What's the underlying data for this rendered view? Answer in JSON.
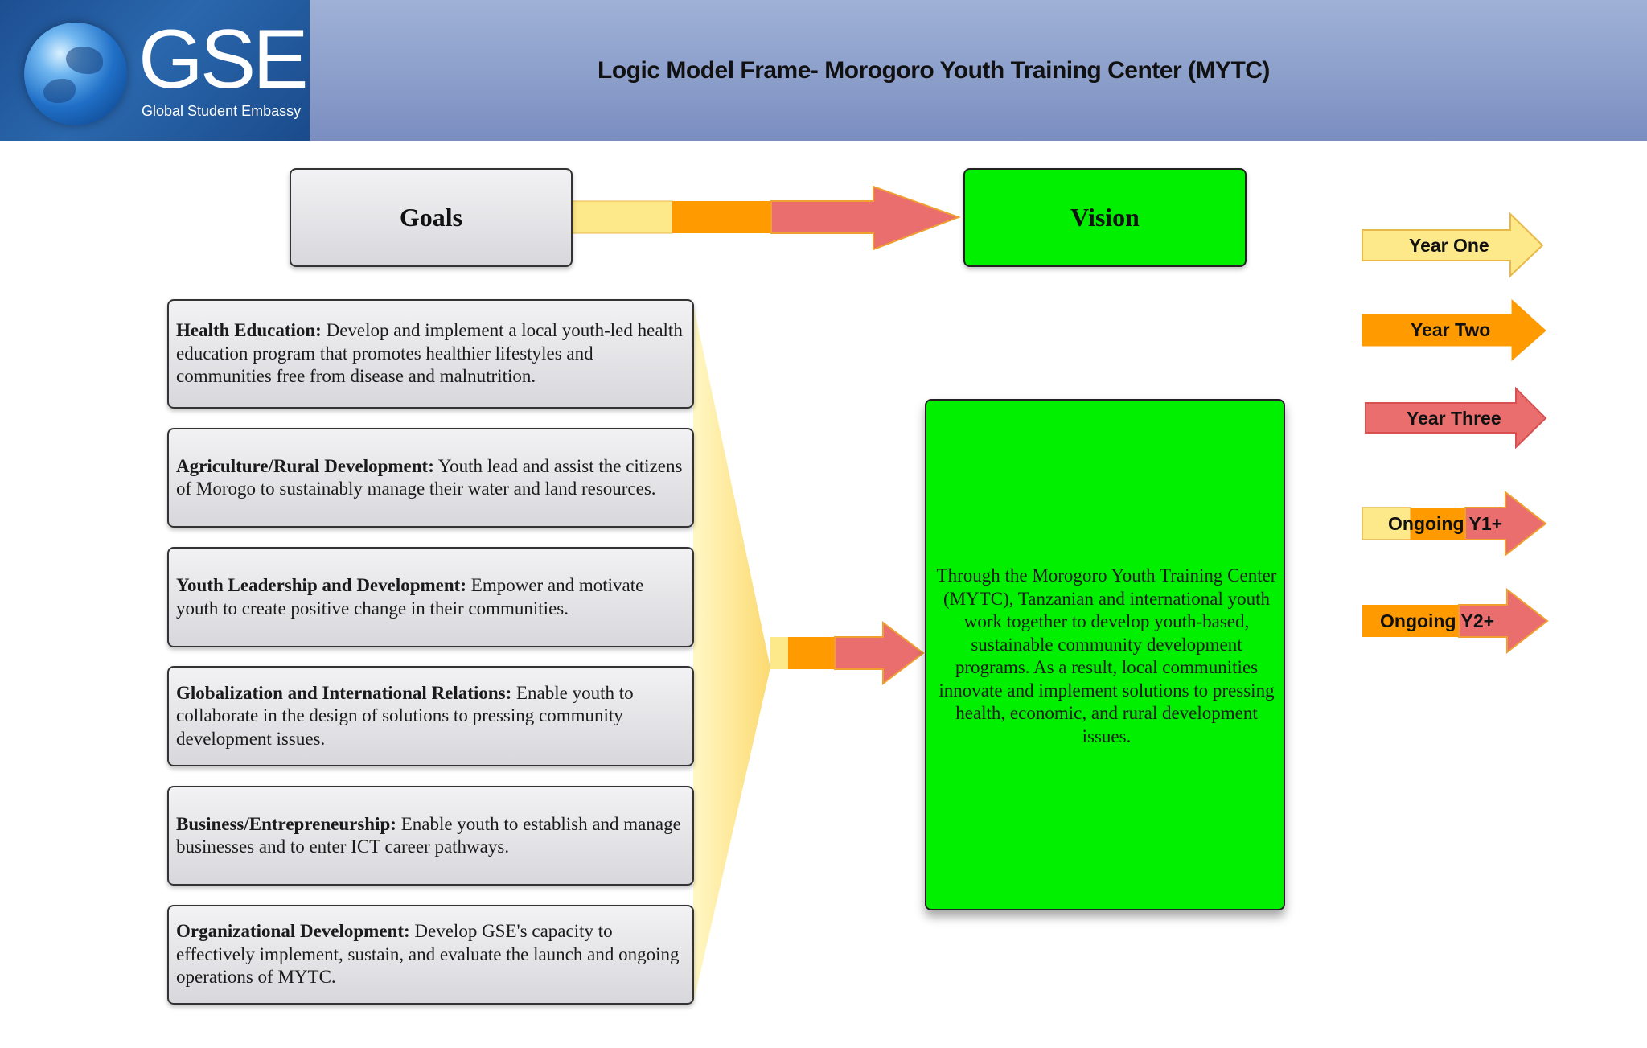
{
  "header": {
    "brand": "GSE",
    "tagline": "Global Student Embassy",
    "title": "Logic Model Frame- Morogoro Youth Training Center (MYTC)"
  },
  "goals_header": "Goals",
  "vision_header": "Vision",
  "goals": [
    {
      "title": "Health Education:",
      "text": " Develop and implement a local youth-led health education program that promotes healthier lifestyles and communities free from disease and malnutrition."
    },
    {
      "title": "Agriculture/Rural Development:",
      "text": " Youth lead and assist the citizens of Morogo to sustainably manage their water and land resources."
    },
    {
      "title": "Youth Leadership and Development:",
      "text": " Empower and motivate youth to create positive change in their communities."
    },
    {
      "title": "Globalization and International Relations:",
      "text": "  Enable youth  to collaborate in the design of solutions to pressing community development issues."
    },
    {
      "title": "Business/Entrepreneurship:",
      "text": " Enable youth to establish and manage businesses and to enter ICT career pathways."
    },
    {
      "title": "Organizational Development:",
      "text": " Develop GSE's capacity to effectively implement, sustain, and evaluate the launch and ongoing operations of MYTC."
    }
  ],
  "vision_statement": "Through the Morogoro Youth Training Center (MYTC), Tanzanian and international youth work together to develop youth-based, sustainable community development programs. As a result, local communities innovate and implement solutions to pressing health, economic, and rural development issues.",
  "legend": [
    {
      "label": "Year One",
      "color": "#fde88a"
    },
    {
      "label": "Year Two",
      "color": "#ff9a00"
    },
    {
      "label": "Year Three",
      "color": "#ea6e6e"
    },
    {
      "label": "Ongoing Y1+",
      "color": "#fde88a"
    },
    {
      "label": "Ongoing Y2+",
      "color": "#ff9a00"
    }
  ],
  "colors": {
    "yellow": "#fde88a",
    "orange": "#ff9a00",
    "red": "#ea6e6e",
    "green": "#00f000"
  }
}
